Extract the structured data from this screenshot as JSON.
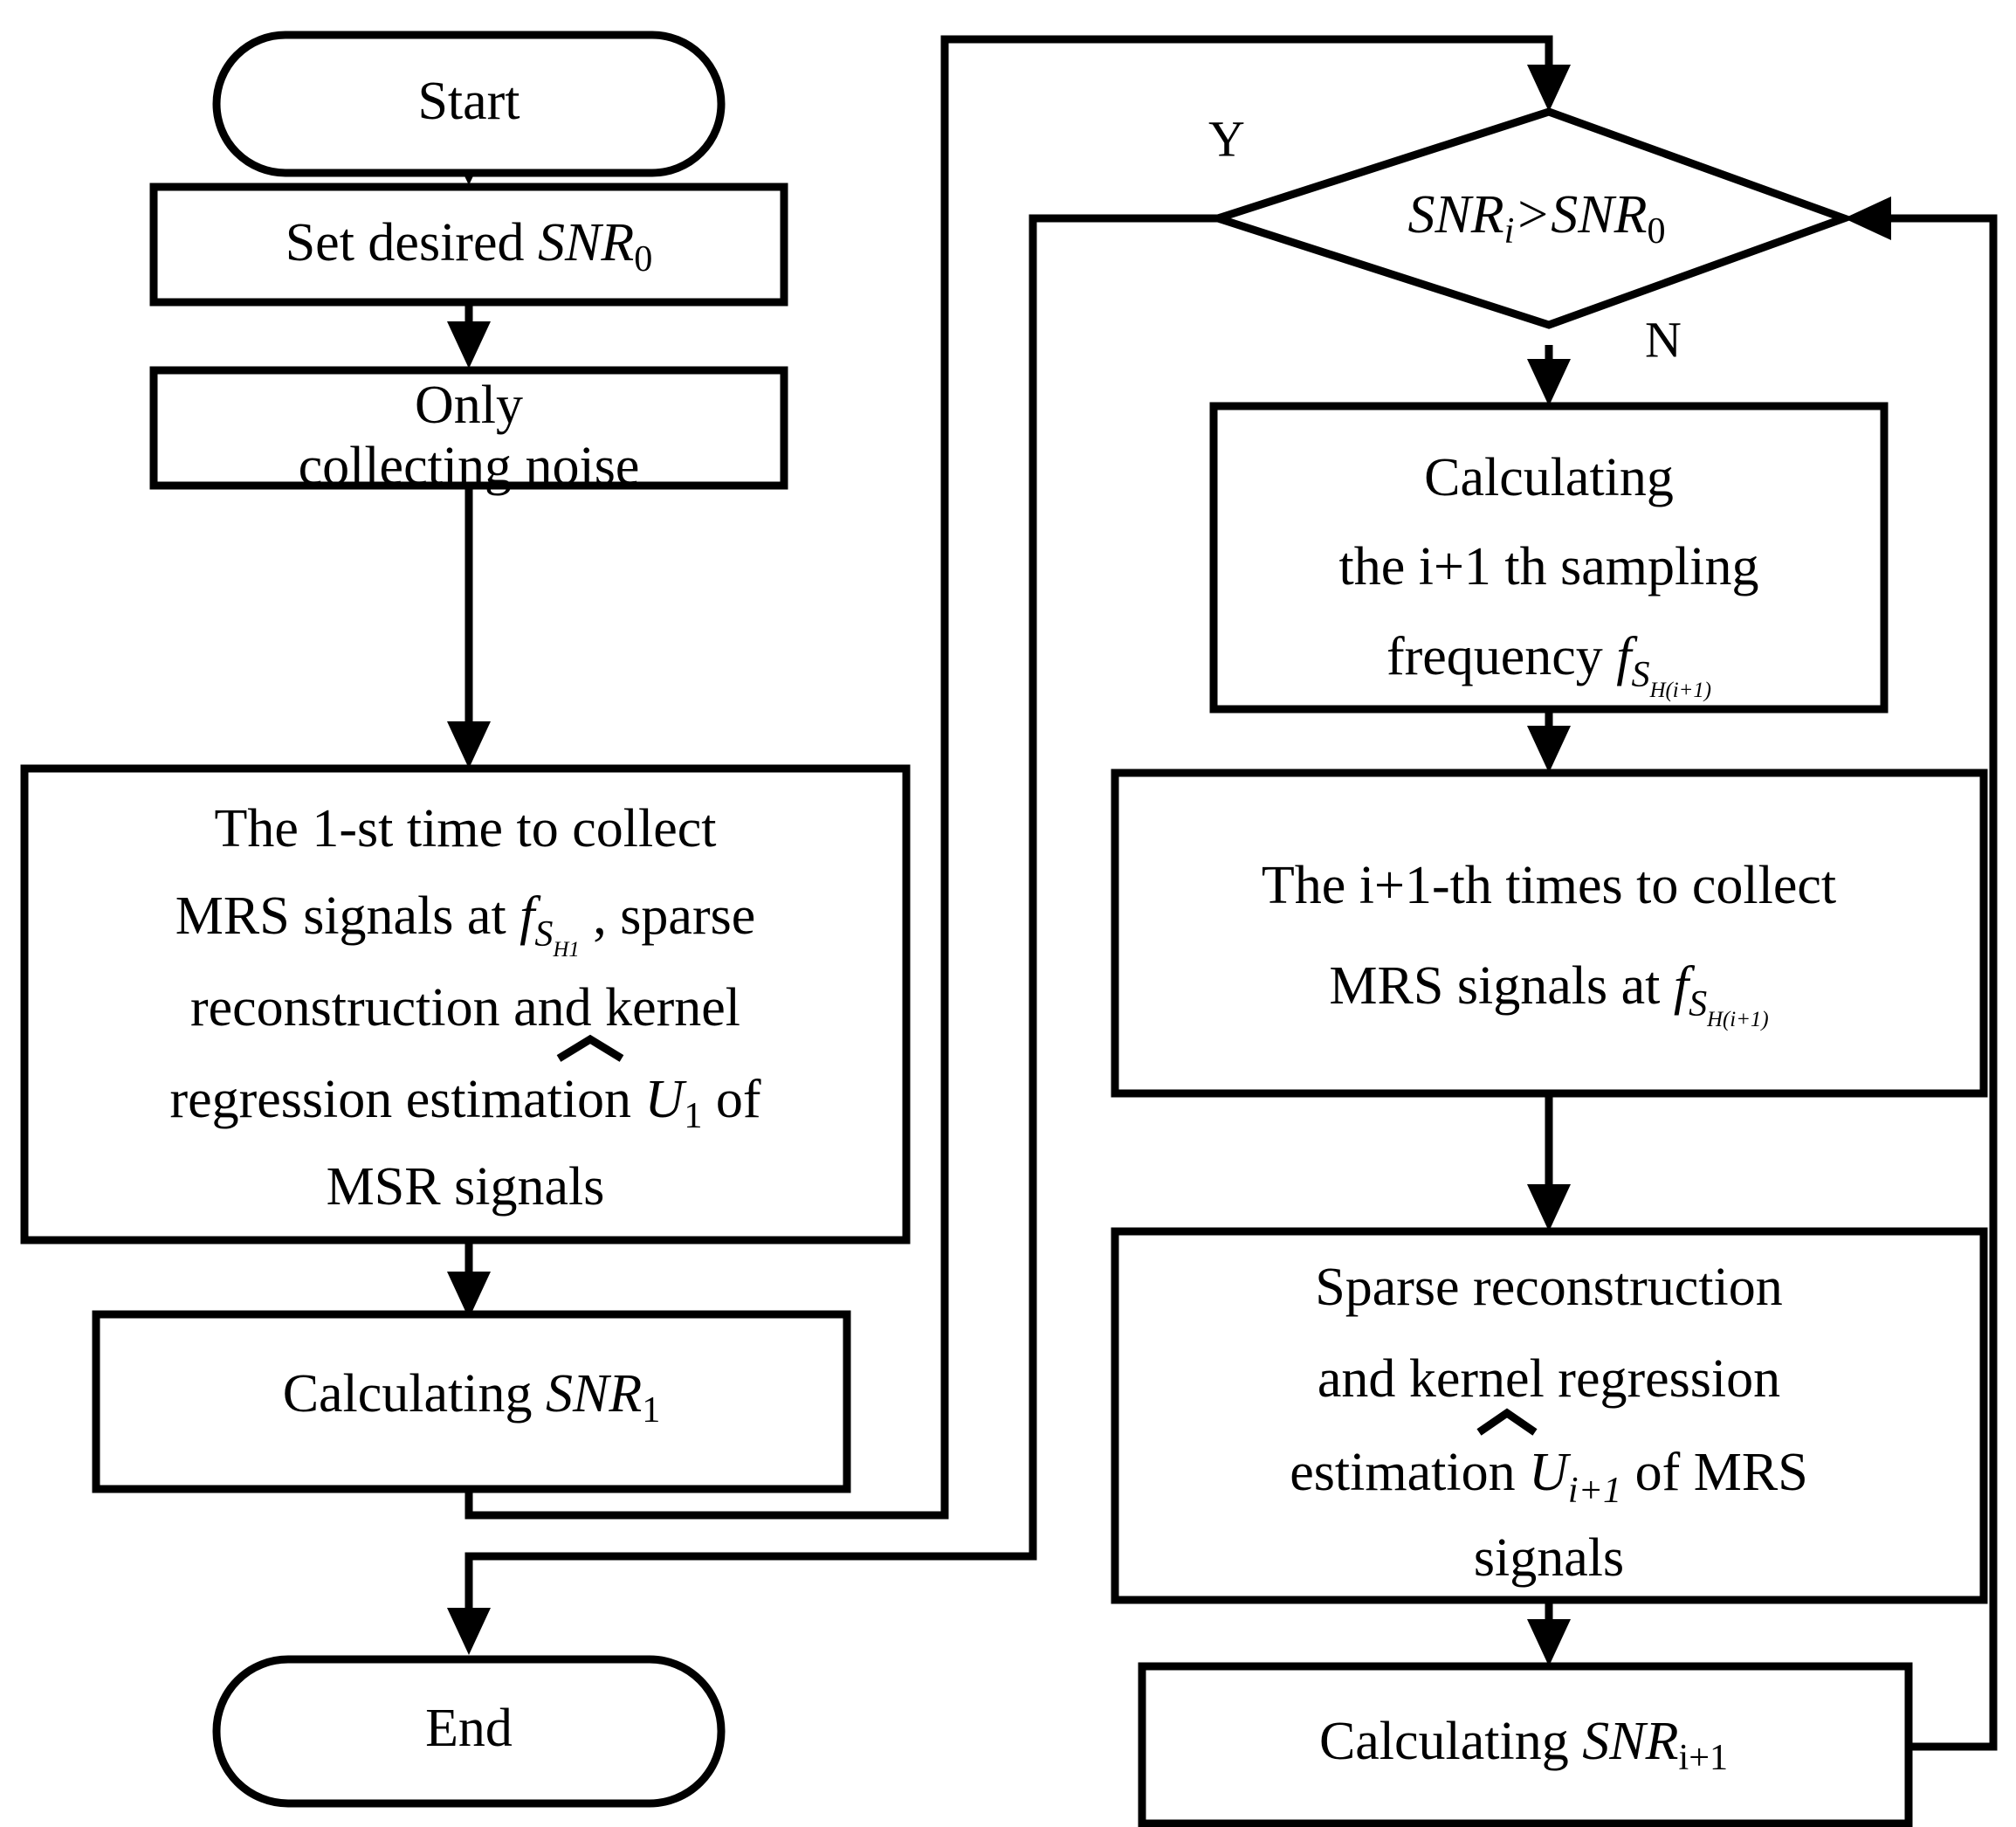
{
  "diagram": {
    "title": "MRS adaptive sampling frequency SNR iteration flowchart",
    "type": "flowchart",
    "stroke_color": "#000000",
    "fill_color": "#ffffff",
    "background": "#ffffff"
  },
  "nodes": {
    "start": {
      "shape": "terminator",
      "label": "Start"
    },
    "set_snr0": {
      "shape": "process",
      "label_plain": "Set desired SNR0",
      "text_before": "Set desired ",
      "var": "SNR",
      "var_sub": "0"
    },
    "only_noise": {
      "shape": "process",
      "line1": "Only",
      "line2": "collecting  noise"
    },
    "first_collect": {
      "shape": "process",
      "line1": "The  1-st  time  to  collect",
      "line2_a": "MRS signals at ",
      "line2_var": "f",
      "line2_var_sub": "S",
      "line2_var_sub2": "H1",
      "line2_b": " ,  sparse",
      "line3": "reconstruction and kernel",
      "line4_a": "regression estimation  ",
      "line4_var": "U",
      "line4_var_sub": "1",
      "line4_b": "  of",
      "line5": "MSR signals"
    },
    "calc_snr1": {
      "shape": "process",
      "text_before": "Calculating  ",
      "var": "SNR",
      "var_sub": "1"
    },
    "end": {
      "shape": "terminator",
      "label": "End"
    },
    "decision": {
      "shape": "decision",
      "var_left": "SNR",
      "var_left_sub": "i",
      "operator": ">",
      "var_right": "SNR",
      "var_right_sub": "0"
    },
    "calc_freq": {
      "shape": "process",
      "line1": "Calculating",
      "line2": "the i+1 th sampling",
      "line3_a": "frequency ",
      "line3_var": "f",
      "line3_var_sub": "S",
      "line3_var_sub2": "H(i+1)"
    },
    "collect_next": {
      "shape": "process",
      "line1": "The i+1-th times to collect",
      "line2_a": "MRS signals at  ",
      "line2_var": "f",
      "line2_var_sub": "S",
      "line2_var_sub2": "H(i+1)"
    },
    "sparse_next": {
      "shape": "process",
      "line1": "Sparse reconstruction",
      "line2": "and kernel regression",
      "line3_a": "estimation  ",
      "line3_var": "U",
      "line3_var_sub": "i+1",
      "line3_b": "  of  MRS",
      "line4": "signals"
    },
    "calc_snr_next": {
      "shape": "process",
      "text_before": "Calculating  ",
      "var": "SNR",
      "var_sub": "i+1"
    }
  },
  "edge_labels": {
    "yes": "Y",
    "no": "N"
  }
}
